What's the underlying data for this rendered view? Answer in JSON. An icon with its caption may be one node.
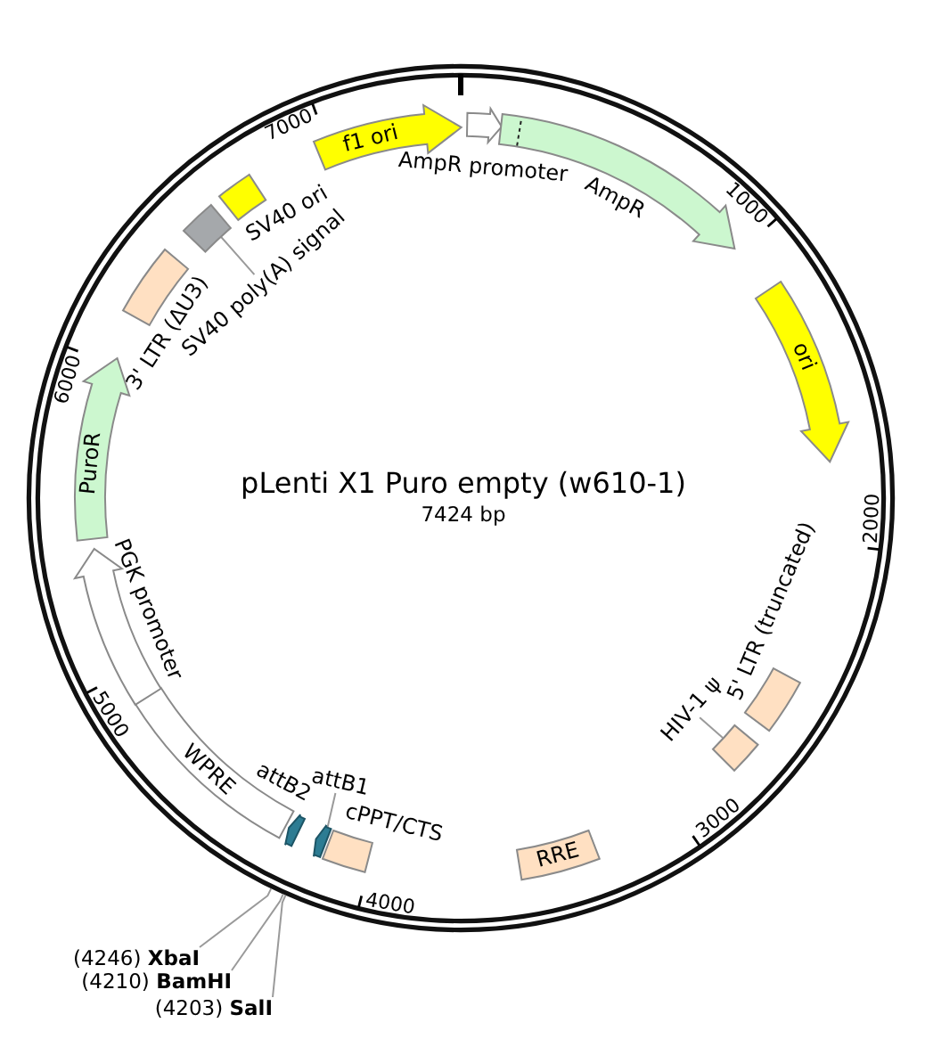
{
  "diagram": {
    "title": "pLenti X1 Puro empty (w610-1)",
    "nodes": [
      {
        "text": [
          "f1 ori"
        ]
      },
      {
        "text": [],
        "shape": "arrow",
        "beside": [
          "AmpR promoter"
        ]
      },
      {
        "text": [],
        "shape": "arrow",
        "beside": [
          "AmpR"
        ]
      },
      {
        "text": [
          "ori"
        ]
      },
      {
        "text": [],
        "shape": "box",
        "beside": [
          "5' LTR (truncated)"
        ]
      },
      {
        "text": [
          "HIV-1 ψ"
        ]
      },
      {
        "text": [],
        "shape": "box"
      },
      {
        "text": [
          "RRE"
        ]
      },
      {
        "text": [],
        "shape": "box",
        "beside": [
          "cPPT/CTS"
        ]
      },
      {
        "text": [
          "attB1"
        ]
      },
      {
        "text": [],
        "shape": "arrow"
      },
      {
        "text": [
          "attB2"
        ]
      },
      {
        "text": [
          "WPRE"
        ]
      },
      {
        "text": [],
        "shape": "arrow",
        "beside": [
          "PGK promoter"
        ]
      },
      {
        "text": [
          "PuroR"
        ]
      },
      {
        "text": [],
        "shape": "box",
        "beside": [
          "3' LTR (ΔU3)"
        ]
      },
      {
        "text": [
          "SV40 poly(A) signal"
        ]
      },
      {
        "text": [],
        "shape": "box"
      },
      {
        "text": [],
        "shape": "box",
        "beside": [
          "SV40 ori"
        ]
      },
      {
        "text": [
          "(4246) **XbaI**"
        ]
      },
      {
        "text": [
          "(4210) **BamHI**"
        ]
      },
      {
        "text": [
          "(4203) **SalI**"
        ]
      }
    ],
    "edges": [
      {
        "from": 5,
        "to": 6,
        "arrow": "none"
      },
      {
        "from": 9,
        "to": 10,
        "arrow": "none"
      },
      {
        "from": 16,
        "to": 17,
        "arrow": "none"
      },
      {
        "from": 19,
        "to": null,
        "arrow": "none"
      },
      {
        "from": 20,
        "to": null,
        "arrow": "none"
      },
      {
        "from": 21,
        "to": null,
        "arrow": "none"
      }
    ],
    "labels": [
      "7000",
      "1000",
      "6000",
      "7424 bp",
      "2000",
      "5000",
      "3000",
      "4000"
    ]
  }
}
